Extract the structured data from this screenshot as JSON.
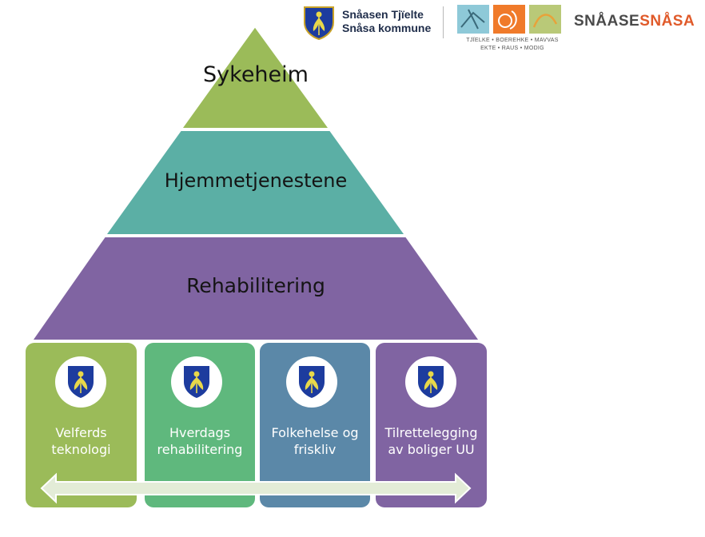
{
  "header": {
    "kommune_name_line1": "Snåasen Tjïelte",
    "kommune_name_line2": "Snåsa kommune",
    "tagline_line1": "TJÏELKE • BOEREHKE • MAVVAS",
    "tagline_line2": "EKTE • RAUS • MODIG",
    "brand_part1": "SNÅASE",
    "brand_part2": "SNÅSA"
  },
  "pyramid": {
    "tiers": [
      {
        "label": "Sykeheim",
        "color": "#9bbb59"
      },
      {
        "label": "Hjemmetjenestene",
        "color": "#5bafa5"
      },
      {
        "label": "Rehabilitering",
        "color": "#8064a2"
      }
    ]
  },
  "pillars": [
    {
      "label": "Velferds teknologi",
      "color": "#9bbb59"
    },
    {
      "label": "Hverdags rehabilitering",
      "color": "#5fb87d"
    },
    {
      "label": "Folkehelse og friskliv",
      "color": "#5b88a8"
    },
    {
      "label": "Tilrettelegging av boliger UU",
      "color": "#8064a2"
    }
  ],
  "colors": {
    "shield_blue": "#1d3c9e",
    "shield_flower": "#e8d84a",
    "arrow_fill": "#e3ecd7"
  }
}
